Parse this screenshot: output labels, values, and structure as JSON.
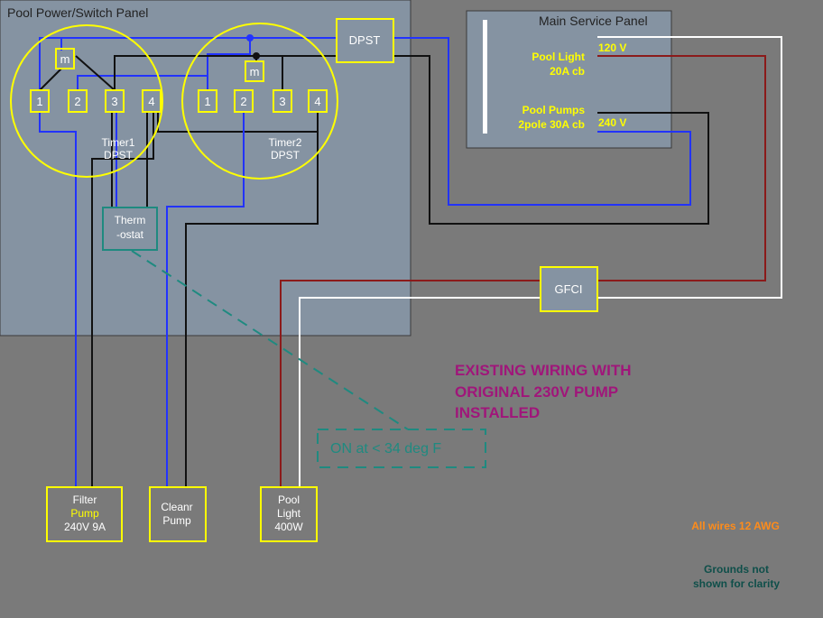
{
  "colors": {
    "background": "#7a7a7a",
    "panel_fill": "#8593a2",
    "timer_outline": "#ffff00",
    "term_label": "#ffffff",
    "wire_blue": "#2233ff",
    "wire_black": "#111111",
    "wire_red": "#8b1a1a",
    "wire_white": "#ffffff",
    "thermostat": "#1f8a80",
    "note_magenta": "#a0167a",
    "note_orange": "#ff8c1a",
    "note_teal": "#0f4f4a"
  },
  "switch_panel": {
    "title": "Pool Power/Switch Panel"
  },
  "timer1": {
    "label_line1": "Timer1",
    "label_line2": "DPST",
    "motor": "m",
    "terminals": [
      "1",
      "2",
      "3",
      "4"
    ]
  },
  "timer2": {
    "label_line1": "Timer2",
    "label_line2": "DPST",
    "motor": "m",
    "terminals": [
      "1",
      "2",
      "3",
      "4"
    ]
  },
  "dpst_box": {
    "label": "DPST"
  },
  "thermostat": {
    "line1": "Therm",
    "line2": "-ostat"
  },
  "thermostat_note": {
    "text": "ON at < 34 deg F"
  },
  "main_service_panel": {
    "title": "Main Service Panel",
    "pool_light_line1": "Pool Light",
    "pool_light_line2": "20A cb",
    "pool_light_voltage": "120 V",
    "pool_pumps_line1": "Pool Pumps",
    "pool_pumps_line2": "2pole 30A cb",
    "pool_pumps_voltage": "240 V"
  },
  "gfci": {
    "label": "GFCI"
  },
  "loads": {
    "filter_pump": {
      "line1": "Filter",
      "line2": "Pump",
      "line3": "240V 9A"
    },
    "cleaner_pump": {
      "line1": "Cleanr",
      "line2": "Pump"
    },
    "pool_light": {
      "line1": "Pool",
      "line2": "Light",
      "line3": "400W"
    }
  },
  "notes": {
    "existing_line1": "EXISTING WIRING WITH",
    "existing_line2": "ORIGINAL 230V PUMP",
    "existing_line3": "INSTALLED",
    "all_wires": "All wires 12 AWG",
    "grounds_line1": "Grounds not",
    "grounds_line2": "shown for clarity"
  }
}
